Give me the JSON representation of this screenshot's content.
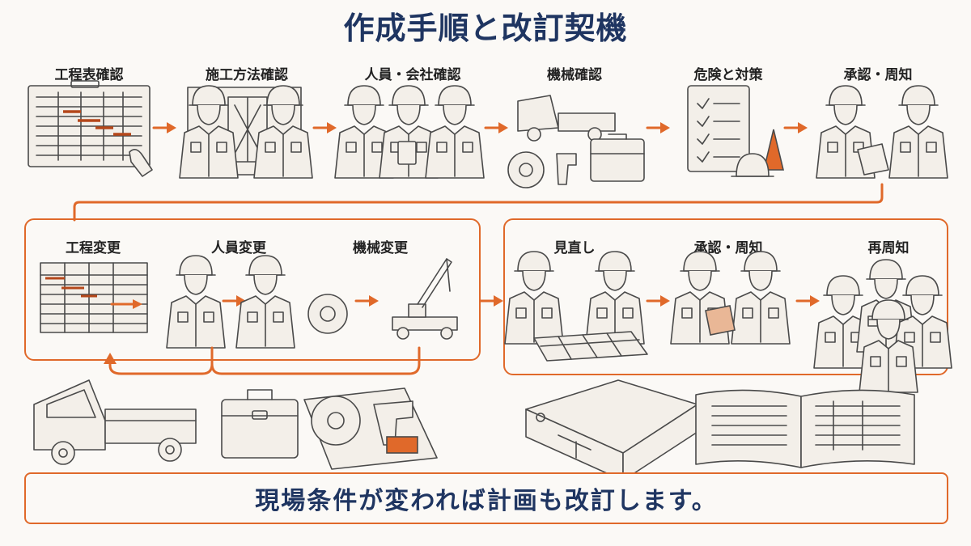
{
  "title": "作成手順と改訂契機",
  "steps": [
    {
      "label": "工程表確認"
    },
    {
      "label": "施工方法確認"
    },
    {
      "label": "人員・会社確認"
    },
    {
      "label": "機械確認"
    },
    {
      "label": "危険と対策"
    },
    {
      "label": "承認・周知"
    }
  ],
  "changes": [
    {
      "label": "工程変更"
    },
    {
      "label": "人員変更"
    },
    {
      "label": "機械変更"
    }
  ],
  "review": [
    {
      "label": "見直し"
    },
    {
      "label": "承認・周知"
    },
    {
      "label": "再周知"
    }
  ],
  "footer": "現場条件が変われば計画も改訂します。",
  "colors": {
    "accent": "#e0692a",
    "title": "#1f3561"
  }
}
